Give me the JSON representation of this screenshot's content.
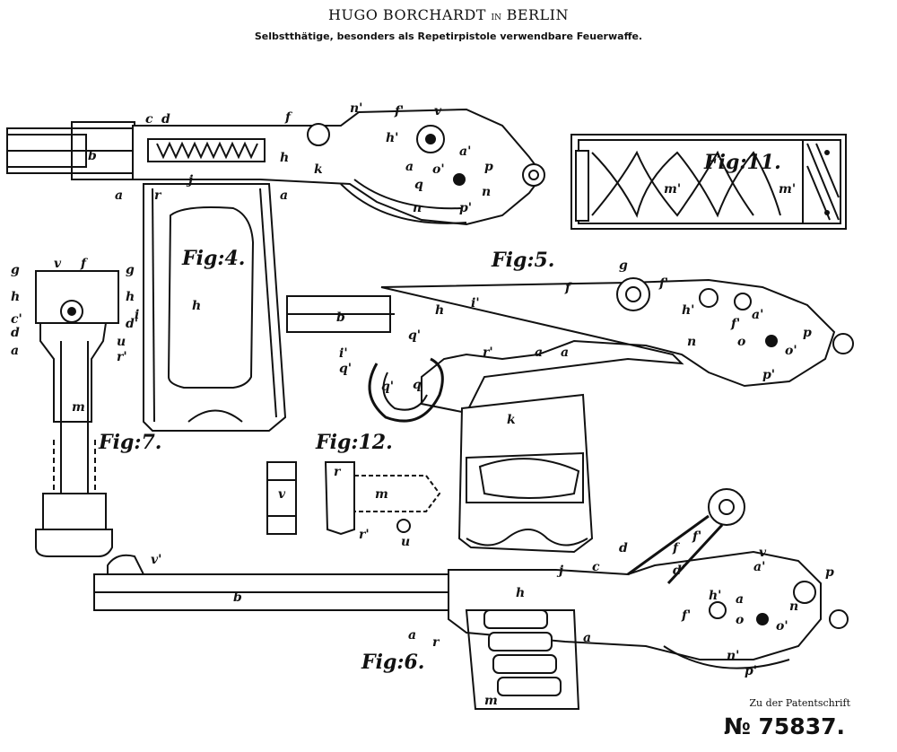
{
  "header": {
    "inventor": "HUGO BORCHARDT",
    "preposition": "IN",
    "city": "BERLIN",
    "subtitle": "Selbstthätige, besonders als Repetirpistole verwendbare Feuerwaffe."
  },
  "figures": {
    "fig4": "Fig:4.",
    "fig5": "Fig:5.",
    "fig6": "Fig:6.",
    "fig7": "Fig:7.",
    "fig11": "Fig:11.",
    "fig12": "Fig:12."
  },
  "letters": {
    "b": "b",
    "c": "c",
    "d": "d",
    "f": "f",
    "a": "a",
    "r": "r",
    "j": "j",
    "h": "h",
    "k": "k",
    "n": "n",
    "n1": "n'",
    "o1": "o'",
    "p": "p",
    "p1": "p'",
    "q": "q",
    "q1": "q'",
    "i": "i",
    "i1": "i'",
    "v": "v",
    "v1": "v'",
    "g": "g",
    "m": "m",
    "m1": "m'",
    "u": "u",
    "r1": "r'",
    "f1": "f'",
    "h1": "h'",
    "a1": "a'",
    "c1": "c'",
    "d1": "d'",
    "o": "o"
  },
  "footer": {
    "note": "Zu der Patentschrift",
    "patent_number": "№ 75837."
  }
}
